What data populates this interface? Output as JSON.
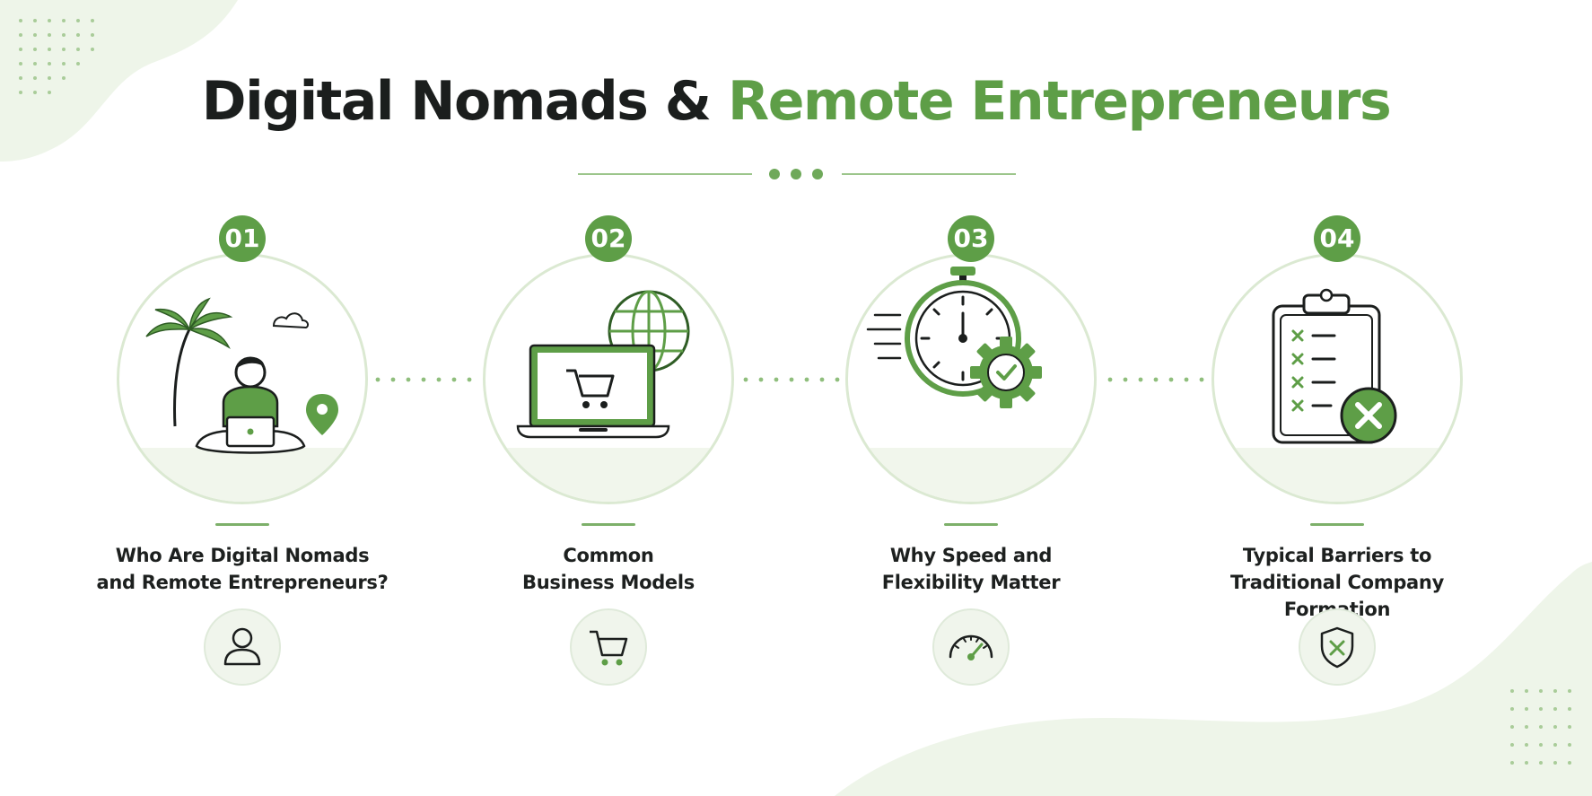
{
  "title": {
    "part1": "Digital Nomads &",
    "part2": "Remote Entrepreneurs"
  },
  "colors": {
    "accent": "#5e9e47",
    "dark": "#1b1e1d",
    "light_green": "#dbe9d2",
    "pale_green": "#f0f5ec"
  },
  "steps": [
    {
      "number": "01",
      "line1": "Who Are Digital Nomads",
      "line2": "and Remote Entrepreneurs?",
      "illustration": "person-with-laptop-palm-tree-location-pin",
      "icon": "user-icon"
    },
    {
      "number": "02",
      "line1": "Common",
      "line2": "Business Models",
      "illustration": "laptop-shopping-cart-globe",
      "icon": "shopping-cart-icon"
    },
    {
      "number": "03",
      "line1": "Why Speed and",
      "line2": "Flexibility Matter",
      "illustration": "stopwatch-gear-checkmark",
      "icon": "speedometer-icon"
    },
    {
      "number": "04",
      "line1": "Typical Barriers to",
      "line2": "Traditional Company Formation",
      "illustration": "clipboard-checklist-x",
      "icon": "shield-x-icon"
    }
  ]
}
